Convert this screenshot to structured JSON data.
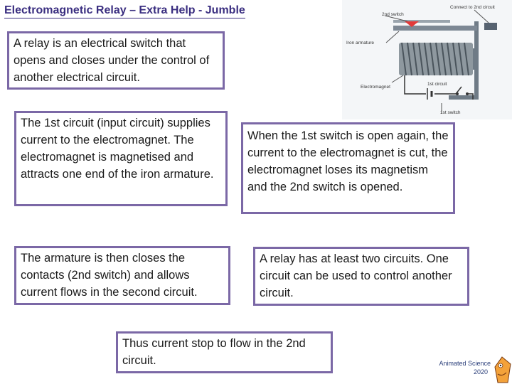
{
  "title": "Electromagnetic Relay – Extra Help - Jumble",
  "cards": {
    "definition": "A relay is an electrical switch that opens and closes under the control of another electrical circuit.",
    "first_circuit": "The 1st circuit (input circuit) supplies current to the electromagnet. The electromagnet is magnetised and attracts one end of the iron armature.",
    "switch_open": "When the 1st switch is open again, the current to the electromagnet is cut, the electromagnet loses its magnetism and the 2nd switch is opened.",
    "armature": "The armature is then closes the contacts (2nd switch) and allows current flows in the second circuit.",
    "two_circuits": "A relay has at least two circuits. One circuit can be used to control another circuit.",
    "current_stops": "Thus current stop to flow in the 2nd circuit."
  },
  "diagram": {
    "connect_label": "Connect to 2nd circuit",
    "switch2_label": "2nd switch",
    "armature_label": "Iron armature",
    "electromagnet_label": "Electromagnet",
    "circuit1_label": "1st circuit",
    "switch1_label": "1st switch"
  },
  "credit": {
    "line1": "Animated Science",
    "line2": "2020"
  }
}
